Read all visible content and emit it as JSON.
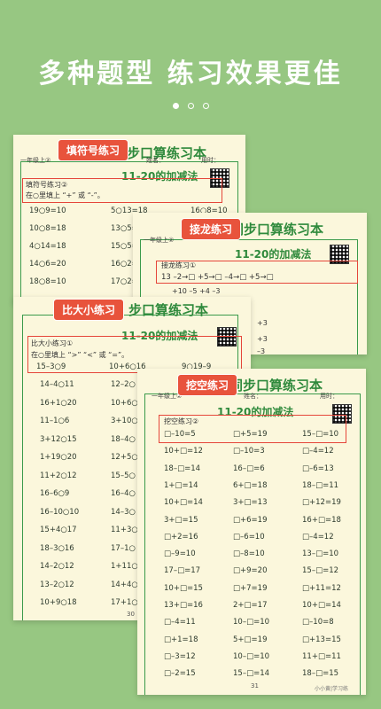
{
  "headline": "多种题型   练习效果更佳",
  "sheet1": {
    "tag": "填符号练习",
    "title": "步口算练习本",
    "subtitle": "11-20的加减法",
    "grade": "一年级上②",
    "name_label": "姓名：",
    "time_label": "用时：",
    "section": "填符号练习②",
    "instr": "在○里填上 “+” 或 “-”。",
    "col1": [
      "19○9=10",
      "10○8=18",
      "4○14=18",
      "14○6=20",
      "18○8=10"
    ],
    "col2": [
      "5○13=18",
      "13○5=18",
      "15○5=20",
      "16○2=14",
      "17○2=19"
    ],
    "col3": [
      "16○8=10"
    ]
  },
  "sheet2": {
    "tag": "接龙练习",
    "title": "同步口算练习本",
    "subtitle": "11-20的加减法",
    "grade": "一年级上②",
    "section": "接龙练习①",
    "chain": "13 –2→□ +5→□ –4→□ +5→□",
    "row2": "+10  –5  +4  –3",
    "side": [
      "+3",
      "+3",
      "–3"
    ]
  },
  "sheet3": {
    "tag": "比大小练习",
    "title": "步口算练习本",
    "subtitle": "11-20的加减法",
    "section": "比大小练习①",
    "instr": "在○里填上 “>” “<” 或 “=”。",
    "row1": [
      "15–3○9",
      "10+6○16",
      "9○19–9"
    ],
    "col1": [
      "14–4○11",
      "16+1○20",
      "11–1○6",
      "3+12○15",
      "1+19○20",
      "11+2○12",
      "16–6○9",
      "16–10○10",
      "15+4○17",
      "18–3○16",
      "14–2○12",
      "13–2○12",
      "10+9○18"
    ],
    "col2": [
      "12–2○",
      "10+6○",
      "3+10○",
      "18–4○",
      "12+5○",
      "15–5○",
      "16–4○",
      "14–3○",
      "11+3○",
      "17–1○",
      "1+11○",
      "14+4○",
      "17+1○"
    ],
    "page": "30"
  },
  "sheet4": {
    "tag": "挖空练习",
    "title": "同步口算练习本",
    "subtitle": "11-20的加减法",
    "grade": "一年级上②",
    "name_label": "姓名：",
    "time_label": "用时：",
    "section": "挖空练习②",
    "col1": [
      "□–10=5",
      "10+□=12",
      "18–□=14",
      "1+□=14",
      "10+□=14",
      "3+□=15",
      "□+2=16",
      "□–9=10",
      "17–□=17",
      "10+□=15",
      "13+□=16",
      "□–4=11",
      "□+1=18",
      "□–3=12",
      "□–2=15"
    ],
    "col2": [
      "□+5=19",
      "□–10=3",
      "16–□=6",
      "6+□=18",
      "3+□=13",
      "□+6=19",
      "□–6=10",
      "□–8=10",
      "□+9=20",
      "□+7=19",
      "2+□=17",
      "10–□=10",
      "5+□=19",
      "10–□=10",
      "15–□=14"
    ],
    "col3": [
      "15–□=10",
      "□–4=12",
      "□–6=13",
      "18–□=11",
      "□+12=19",
      "16+□=18",
      "□–4=12",
      "13–□=10",
      "15–□=12",
      "□+11=12",
      "10+□=14",
      "□–10=8",
      "□+13=15",
      "11+□=11",
      "18–□=15"
    ],
    "page": "31",
    "brand": "小小黄|学习练"
  }
}
